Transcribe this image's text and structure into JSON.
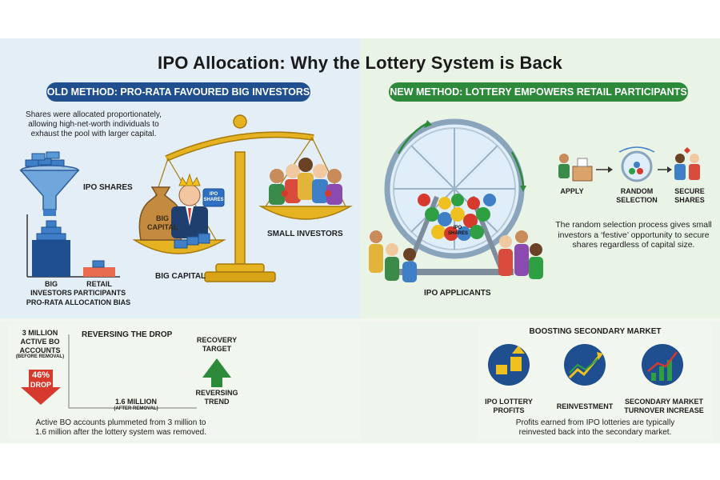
{
  "title": "IPO Allocation: Why the Lottery System is Back",
  "old_method": {
    "heading": "OLD METHOD: PRO-RATA FAVOURED BIG INVESTORS",
    "description_line1": "Shares were allocated proportionately,",
    "description_line2": "allowing high-net-worth individuals to",
    "description_line3": "exhaust the pool with larger capital.",
    "ipo_shares_label": "IPO SHARES",
    "big_investors_line1": "BIG",
    "big_investors_line2": "INVESTORS",
    "retail_line1": "RETAIL",
    "retail_line2": "PARTICIPANTS",
    "bias_label": "PRO-RATA ALLOCATION BIAS",
    "big_capital_bag_line1": "BIG",
    "big_capital_bag_line2": "CAPITAL",
    "big_capital_label": "BIG CAPITAL",
    "small_investors_label": "SMALL INVESTORS",
    "ipo_box_line1": "IPO",
    "ipo_box_line2": "SHARES"
  },
  "new_method": {
    "heading": "NEW METHOD: LOTTERY EMPOWERS RETAIL PARTICIPANTS",
    "ball_line1": "IPO",
    "ball_line2": "SHARES",
    "applicants_label": "IPO APPLICANTS",
    "steps": [
      {
        "label_line1": "APPLY",
        "label_line2": ""
      },
      {
        "label_line1": "RANDOM",
        "label_line2": "SELECTION"
      },
      {
        "label_line1": "SECURE",
        "label_line2": "SHARES"
      }
    ],
    "description_line1": "The random selection process gives small",
    "description_line2": "investors a ‘festive’ opportunity to secure",
    "description_line3": "shares regardless of capital size."
  },
  "reversing": {
    "heading": "REVERSING THE DROP",
    "before_line1": "3 MILLION",
    "before_line2": "ACTIVE BO",
    "before_line3": "ACCOUNTS",
    "before_note": "(BEFORE REMOVAL)",
    "drop_percent": "46%",
    "drop_label": "DROP",
    "after_value": "1.6 MILLION",
    "after_note": "(AFTER REMOVAL)",
    "recovery_line1": "RECOVERY",
    "recovery_line2": "TARGET",
    "trend_line1": "REVERSING",
    "trend_line2": "TREND",
    "caption_line1": "Active BO accounts plummeted from 3 million to",
    "caption_line2": "1.6 million after the lottery system was removed."
  },
  "secondary": {
    "heading": "BOOSTING SECONDARY MARKET",
    "items": [
      {
        "label_line1": "IPO LOTTERY",
        "label_line2": "PROFITS",
        "icon": "coins-arrow-icon"
      },
      {
        "label_line1": "REINVESTMENT",
        "label_line2": "",
        "icon": "upward-chart-icon"
      },
      {
        "label_line1": "SECONDARY MARKET",
        "label_line2": "TURNOVER INCREASE",
        "icon": "bar-growth-icon"
      }
    ],
    "caption_line1": "Profits earned from IPO lotteries are typically",
    "caption_line2": "reinvested back into the secondary market."
  },
  "colors": {
    "blue_dark": "#1f4f8f",
    "green": "#2d8a3a",
    "gold": "#e5b321",
    "red": "#d63a2c"
  }
}
